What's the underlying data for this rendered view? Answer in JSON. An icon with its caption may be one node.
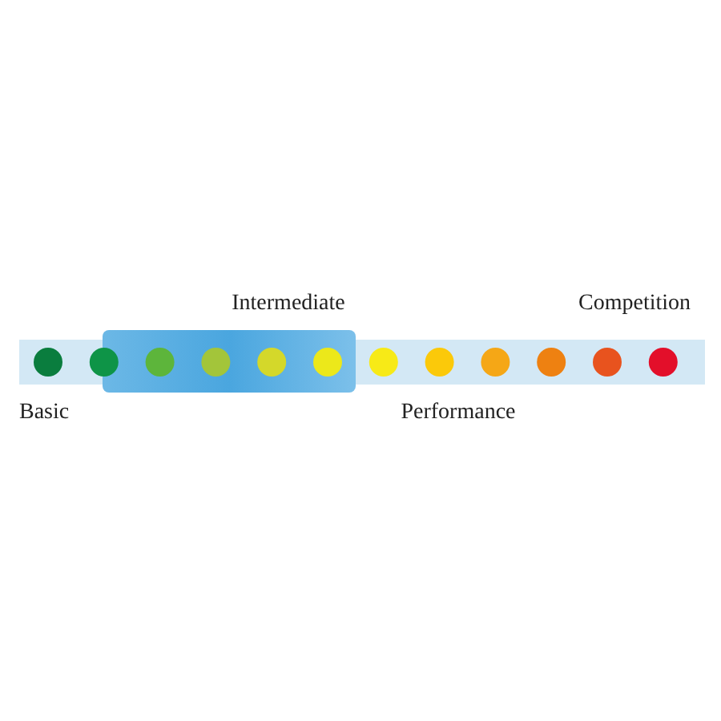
{
  "diagram": {
    "labels": [
      "Intermediate",
      "Competition",
      "Basic",
      "Performance"
    ]
  }
}
